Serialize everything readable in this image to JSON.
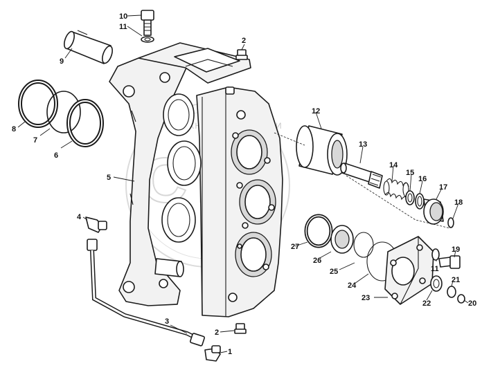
{
  "diagram": {
    "callouts": [
      "1",
      "2",
      "2",
      "3",
      "4",
      "5",
      "6",
      "7",
      "8",
      "9",
      "10",
      "11",
      "11",
      "12",
      "13",
      "14",
      "15",
      "16",
      "17",
      "18",
      "19",
      "20",
      "21",
      "22",
      "23",
      "24",
      "25",
      "26",
      "27"
    ]
  },
  "watermark": {
    "text": "ТЕХНИКА И ЗАПЧАСТИ",
    "logo_letters": "СТФ"
  }
}
